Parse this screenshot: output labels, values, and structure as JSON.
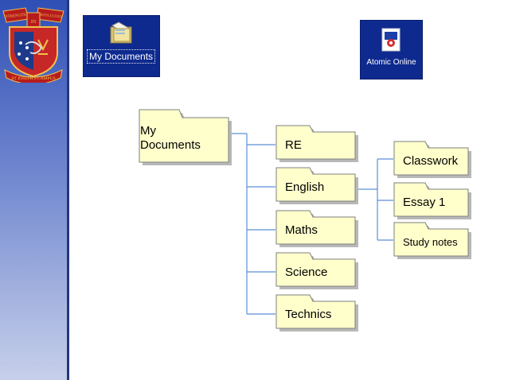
{
  "crest": {
    "banner_left": "STRENGTH",
    "banner_right": "DIFFICULTIES",
    "banner_bottom": "ST JOSEPH'S CAMPUS",
    "shield_text": "IN"
  },
  "desktop": {
    "my_documents_label": "My Documents",
    "atomic_online_label": "Atomic Online"
  },
  "tree": {
    "root": "My\nDocuments",
    "level1": [
      "RE",
      "English",
      "Maths",
      "Science",
      "Technics"
    ],
    "level2": [
      "Classwork",
      "Essay 1",
      "Study notes"
    ]
  },
  "colors": {
    "folder_fill": "#ffffcc",
    "folder_shadow": "#b8b8b8",
    "tree_line": "#5b8fd6",
    "sidebar_top": "#2f4fb5",
    "sidebar_bottom": "#c7d0ea",
    "shortcut_bg": "#0e2a8f"
  }
}
